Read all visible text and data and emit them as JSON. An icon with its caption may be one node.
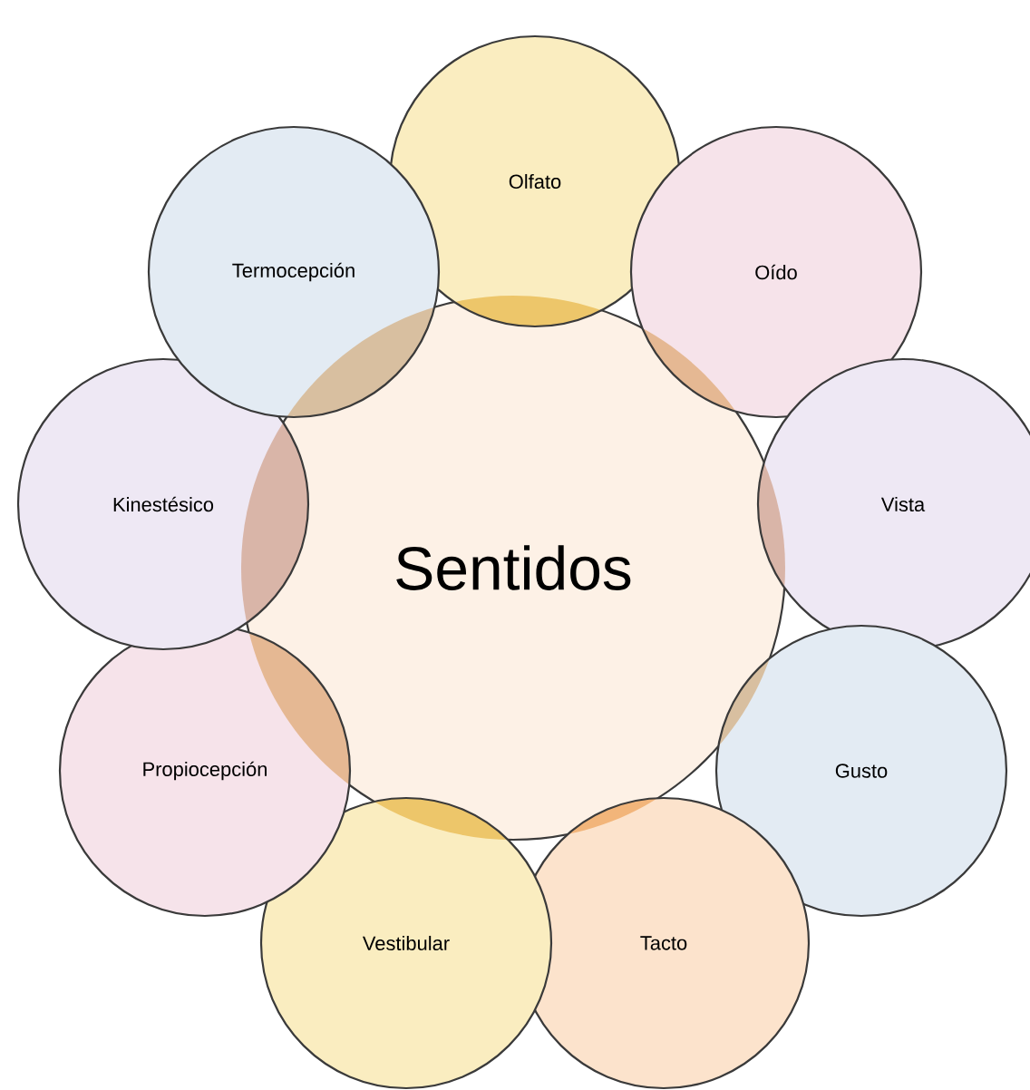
{
  "diagram": {
    "nodes": [
      {
        "text": [
          "Sentidos"
        ]
      },
      {
        "text": [
          "Olfato"
        ]
      },
      {
        "text": [
          "Oído"
        ]
      },
      {
        "text": [
          "Vista"
        ]
      },
      {
        "text": [
          "Gusto"
        ]
      },
      {
        "text": [
          "Tacto"
        ]
      },
      {
        "text": [
          "Vestibular"
        ]
      },
      {
        "text": [
          "Propiocepción"
        ]
      },
      {
        "text": [
          "Kinestésico"
        ]
      },
      {
        "text": [
          "Termocepción"
        ]
      }
    ]
  }
}
